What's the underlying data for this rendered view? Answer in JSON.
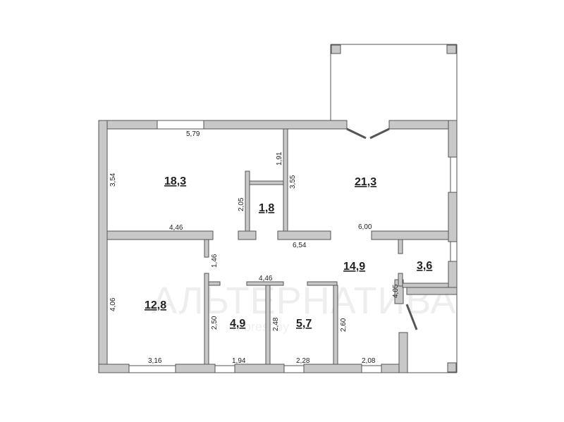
{
  "watermark": {
    "text": "АЛЬТЕРНАТИВА",
    "subtext": "a-brest.by"
  },
  "rooms": [
    {
      "id": "living-room",
      "area": "18,3"
    },
    {
      "id": "small-closet",
      "area": "1,8"
    },
    {
      "id": "kitchen",
      "area": "21,3"
    },
    {
      "id": "bedroom",
      "area": "12,8"
    },
    {
      "id": "bathroom-1",
      "area": "4,9"
    },
    {
      "id": "bathroom-2",
      "area": "5,7"
    },
    {
      "id": "hall",
      "area": "14,9"
    },
    {
      "id": "storage",
      "area": "3,6"
    }
  ],
  "dimensions": {
    "top_left_width": "5,79",
    "left_upper_height": "3,54",
    "closet_top_height": "1,91",
    "closet_wall_height": "3,55",
    "closet_left_height": "2,05",
    "living_bottom_width": "4,46",
    "hall_top_width": "6,54",
    "kitchen_bottom_width": "6,00",
    "corridor_gap": "1,46",
    "bath_top_width": "4,46",
    "left_lower_height": "4,06",
    "bath1_height": "2,50",
    "bath2_height": "2,48",
    "hall_right_height": "2,60",
    "entry_height": "4,05",
    "bottom_bedroom_width": "3,16",
    "bottom_bath1_width": "1,94",
    "bottom_bath2_width": "2,28",
    "bottom_hall_width": "2,08"
  },
  "colors": {
    "wall": "#c8c8c8",
    "outline": "#555555",
    "text": "#222222"
  }
}
